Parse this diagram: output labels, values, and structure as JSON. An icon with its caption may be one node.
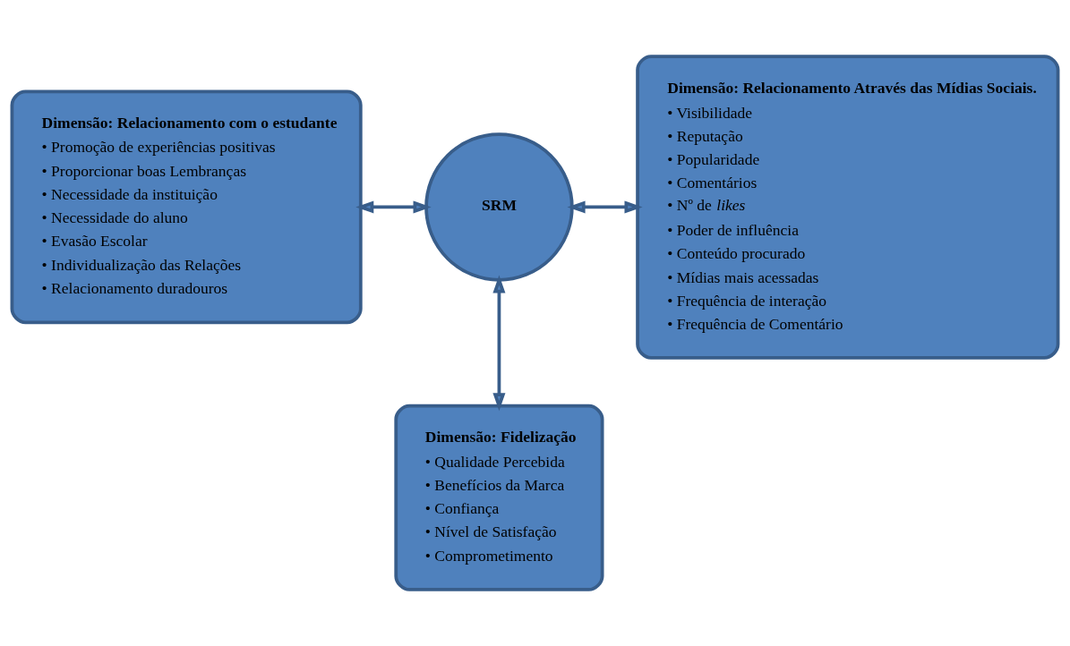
{
  "diagram": {
    "nodes": [
      {
        "text": [
          "Dimensão: Relacionamento com o estudante",
          "• Promoção de experiências positivas",
          "• Proporcionar boas Lembranças",
          "• Necessidade da instituição",
          "• Necessidade do aluno",
          "• Evasão Escolar",
          "• Individualização das Relações",
          "• Relacionamento duradouros"
        ]
      },
      {
        "text": [
          "SRM"
        ]
      },
      {
        "text": [
          "Dimensão: Relacionamento Através das Mídias Sociais.",
          "• Visibilidade",
          "• Reputação",
          "• Popularidade",
          "• Comentários",
          "• Nº de *likes*",
          "• Poder de influência",
          "• Conteúdo procurado",
          "• Mídias mais acessadas",
          "• Frequência de interação",
          "• Frequência de Comentário"
        ]
      },
      {
        "text": [
          "Dimensão: Fidelização",
          "• Qualidade Percebida",
          "• Benefícios da Marca",
          "• Confiança",
          "• Nível de Satisfação",
          "• Comprometimento"
        ]
      }
    ],
    "edges": [
      {
        "from": 0,
        "to": 1,
        "arrow": "both"
      },
      {
        "from": 1,
        "to": 2,
        "arrow": "both"
      },
      {
        "from": 1,
        "to": 3,
        "arrow": "both"
      }
    ]
  }
}
